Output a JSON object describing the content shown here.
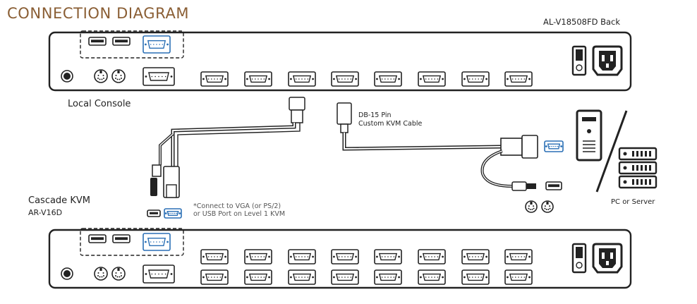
{
  "diagram": {
    "title": "CONNECTION DIAGRAM",
    "model_label": "AL-V18508FD Back",
    "local_console_label": "Local Console",
    "cascade_label": "Cascade KVM",
    "cascade_model": "AR-V16D",
    "note_line1": "*Connect to VGA (or PS/2)",
    "note_line2": "or USB Port on Level 1 KVM",
    "cable_line1": "DB-15 Pin",
    "cable_line2": "Custom KVM Cable",
    "pc_label": "PC or Server"
  },
  "colors": {
    "title": "#8a5e34",
    "line": "#222222",
    "vga_highlight": "#2a6fb5",
    "cable_fill": "#e0e0e0"
  },
  "icons": {
    "usb": "usb-port-icon",
    "vga": "vga-port-icon",
    "ps2": "ps2-port-icon",
    "audio": "audio-jack-icon",
    "power": "power-inlet-icon",
    "switch": "power-switch-icon",
    "pc": "pc-tower-icon",
    "server": "server-rack-icon"
  }
}
